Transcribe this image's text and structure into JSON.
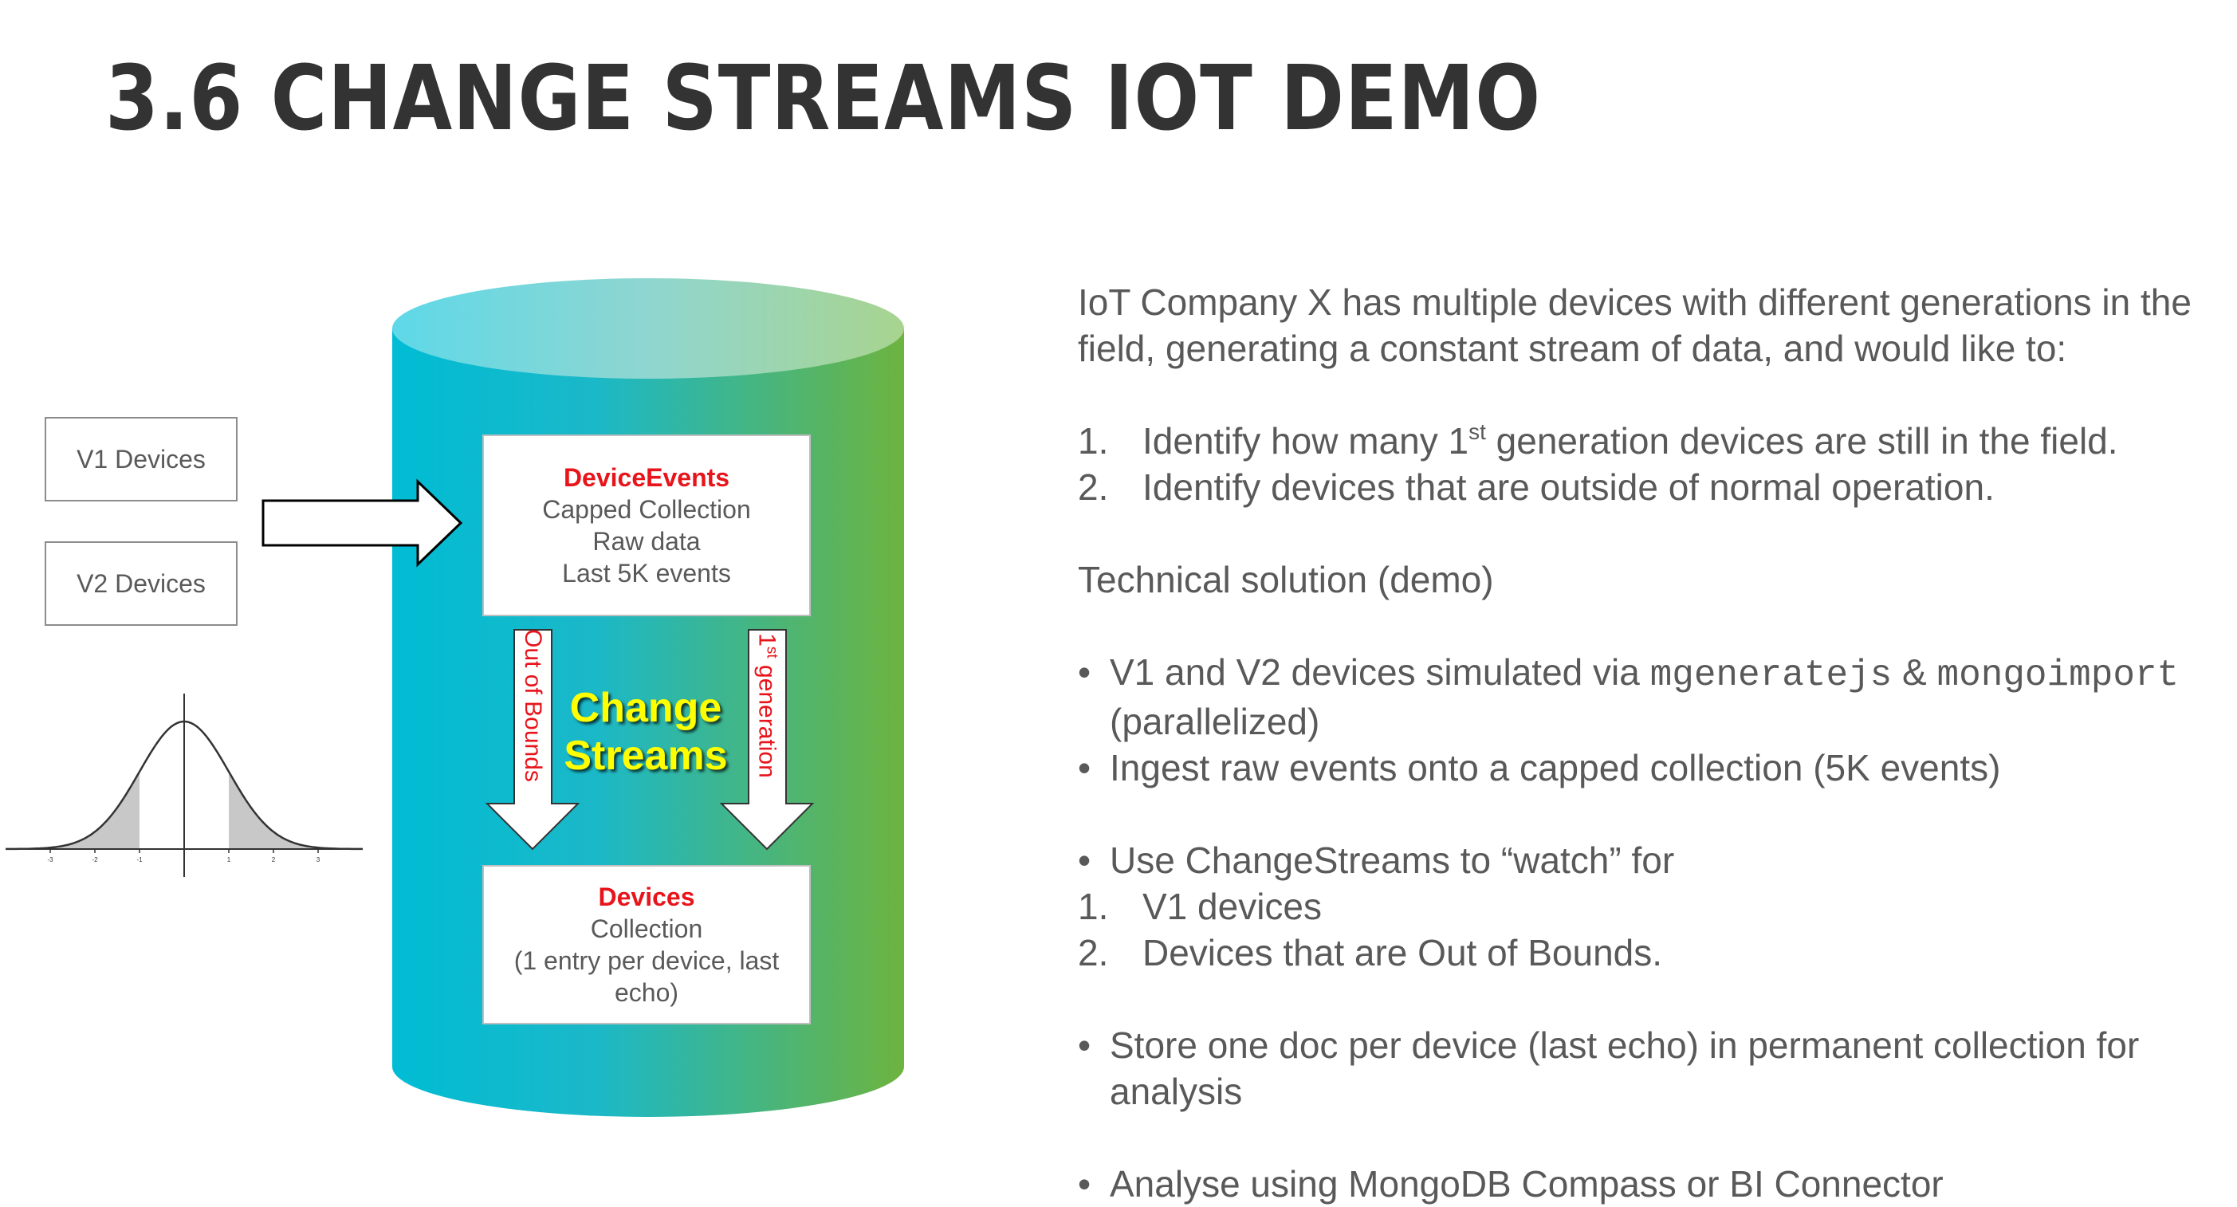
{
  "slide": {
    "title": "3.6 CHANGE STREAMS IOT DEMO"
  },
  "devices": {
    "v1": "V1 Devices",
    "v2": "V2 Devices"
  },
  "bell_curve": {
    "ticks": [
      "-3",
      "-2",
      "-1",
      "1",
      "2",
      "3"
    ]
  },
  "collections": {
    "device_events": {
      "title": "DeviceEvents",
      "lines": [
        "Capped Collection",
        "Raw data",
        "Last 5K events"
      ]
    },
    "devices": {
      "title": "Devices",
      "lines": [
        "Collection",
        "(1 entry per device, last",
        "echo)"
      ]
    }
  },
  "flow": {
    "center_label_line1": "Change",
    "center_label_line2": "Streams",
    "out_of_bounds": "Out of Bounds",
    "first_gen_prefix": "1",
    "first_gen_sup": "st",
    "first_gen_suffix": " generation"
  },
  "text": {
    "intro": "IoT Company X has multiple devices with different generations in the field, generating a constant stream of data, and would like to:",
    "goals": [
      {
        "num": "1.",
        "pre": "Identify how many 1",
        "sup": "st",
        "post": " generation devices are still in the field."
      },
      {
        "num": "2.",
        "text": "Identify devices that are outside of normal operation."
      }
    ],
    "solution_heading": "Technical solution (demo)",
    "bullet_char": "•",
    "bullets_a": {
      "b1_pre": "V1 and V2 devices simulated via ",
      "b1_code1": "mgeneratejs",
      "b1_mid": " & ",
      "b1_code2": "mongoimport",
      "b1_post": " (parallelized)",
      "b2": "Ingest raw events onto a capped collection (5K events)"
    },
    "watch_heading": "Use ChangeStreams to “watch” for",
    "watch_items": [
      {
        "num": "1.",
        "text": "V1 devices"
      },
      {
        "num": "2.",
        "text": "Devices that are Out of Bounds."
      }
    ],
    "store": "Store one doc per device (last echo) in permanent collection for analysis",
    "analyse": "Analyse using MongoDB Compass or BI Connector"
  },
  "colors": {
    "cylinder_start": "#00bcd4",
    "cylinder_end": "#6db33f",
    "collection_title": "#e8141b",
    "change_streams_text": "#ffff00",
    "body_text": "#595959",
    "title_text": "#333333"
  }
}
